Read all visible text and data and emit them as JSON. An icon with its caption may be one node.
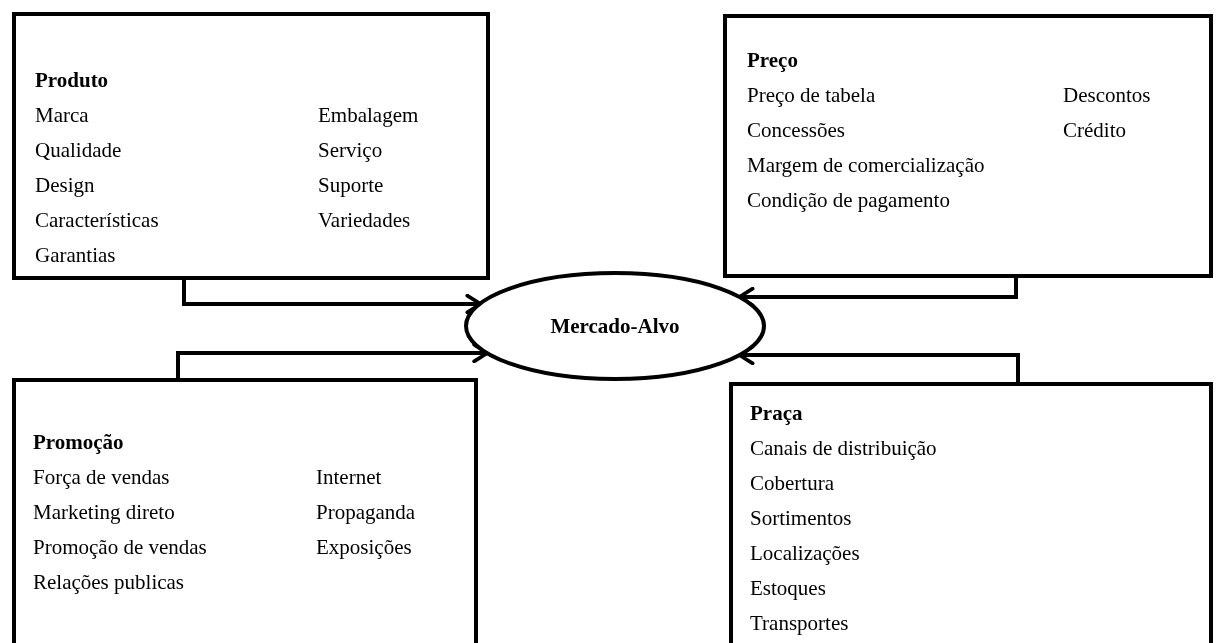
{
  "diagram": {
    "nodes": [
      {
        "text": [
          "Produto",
          "Marca",
          "Embalagem",
          "Qualidade",
          "Serviço",
          "Design",
          "Suporte",
          "Características",
          "Variedades",
          "Garantias"
        ]
      },
      {
        "text": [
          "Preço",
          "Preço de tabela",
          "Descontos",
          "Concessões",
          "Crédito",
          "Margem de comercialização",
          "Condição de pagamento"
        ]
      },
      {
        "text": [
          "Mercado-Alvo"
        ]
      },
      {
        "text": [
          "Promoção",
          "Força de vendas",
          "Internet",
          "Marketing direto",
          "Propaganda",
          "Promoção de vendas",
          "Exposições",
          "Relações publicas"
        ]
      },
      {
        "text": [
          "Praça",
          "Canais de distribuição",
          "Cobertura",
          "Sortimentos",
          "Localizações",
          "Estoques",
          "Transportes"
        ]
      }
    ],
    "edges": [
      {
        "from": 0,
        "to": 2,
        "arrow": "to"
      },
      {
        "from": 1,
        "to": 2,
        "arrow": "to"
      },
      {
        "from": 3,
        "to": 2,
        "arrow": "to"
      },
      {
        "from": 4,
        "to": 2,
        "arrow": "to"
      }
    ]
  }
}
